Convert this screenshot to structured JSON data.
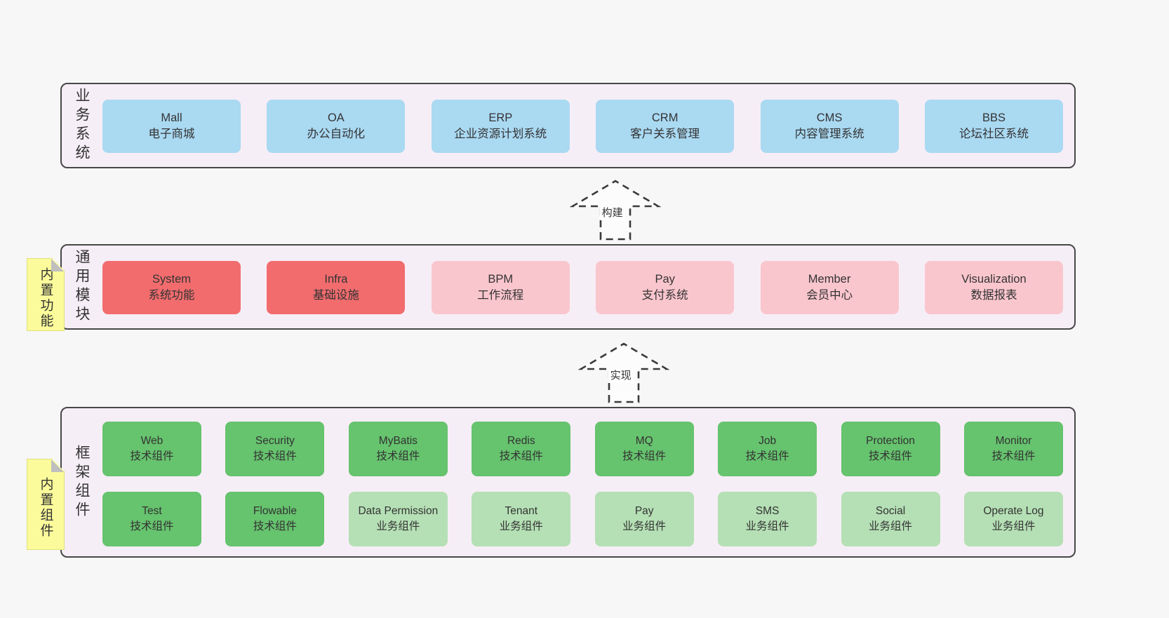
{
  "colors": {
    "page_bg": "#f7f7f7",
    "container_fill": "#f6eef6",
    "container_border": "#474747",
    "blue_box": "#aad9f2",
    "red_box": "#f26c6e",
    "pink_box": "#fac6cd",
    "green_dark_box": "#66c36e",
    "green_light_box": "#b5e0b5",
    "note_yellow": "#fbfb9b",
    "note_fold_gray": "#bfbfbf",
    "text": "#333333"
  },
  "arrows": [
    {
      "label": "构建"
    },
    {
      "label": "实现"
    }
  ],
  "layers": [
    {
      "label": "业务系统",
      "boxes": [
        {
          "title": "Mall",
          "sub": "电子商城"
        },
        {
          "title": "OA",
          "sub": "办公自动化"
        },
        {
          "title": "ERP",
          "sub": "企业资源计划系统"
        },
        {
          "title": "CRM",
          "sub": "客户关系管理"
        },
        {
          "title": "CMS",
          "sub": "内容管理系统"
        },
        {
          "title": "BBS",
          "sub": "论坛社区系统"
        }
      ]
    },
    {
      "label": "通用模块",
      "note": "内置功能",
      "boxes": [
        {
          "title": "System",
          "sub": "系统功能"
        },
        {
          "title": "Infra",
          "sub": "基础设施"
        },
        {
          "title": "BPM",
          "sub": "工作流程"
        },
        {
          "title": "Pay",
          "sub": "支付系统"
        },
        {
          "title": "Member",
          "sub": "会员中心"
        },
        {
          "title": "Visualization",
          "sub": "数据报表"
        }
      ]
    },
    {
      "label": "框架组件",
      "note": "内置组件",
      "rows": [
        [
          {
            "title": "Web",
            "sub": "技术组件"
          },
          {
            "title": "Security",
            "sub": "技术组件"
          },
          {
            "title": "MyBatis",
            "sub": "技术组件"
          },
          {
            "title": "Redis",
            "sub": "技术组件"
          },
          {
            "title": "MQ",
            "sub": "技术组件"
          },
          {
            "title": "Job",
            "sub": "技术组件"
          },
          {
            "title": "Protection",
            "sub": "技术组件"
          },
          {
            "title": "Monitor",
            "sub": "技术组件"
          }
        ],
        [
          {
            "title": "Test",
            "sub": "技术组件"
          },
          {
            "title": "Flowable",
            "sub": "技术组件"
          },
          {
            "title": "Data Permission",
            "sub": "业务组件"
          },
          {
            "title": "Tenant",
            "sub": "业务组件"
          },
          {
            "title": "Pay",
            "sub": "业务组件"
          },
          {
            "title": "SMS",
            "sub": "业务组件"
          },
          {
            "title": "Social",
            "sub": "业务组件"
          },
          {
            "title": "Operate Log",
            "sub": "业务组件"
          }
        ]
      ]
    }
  ]
}
